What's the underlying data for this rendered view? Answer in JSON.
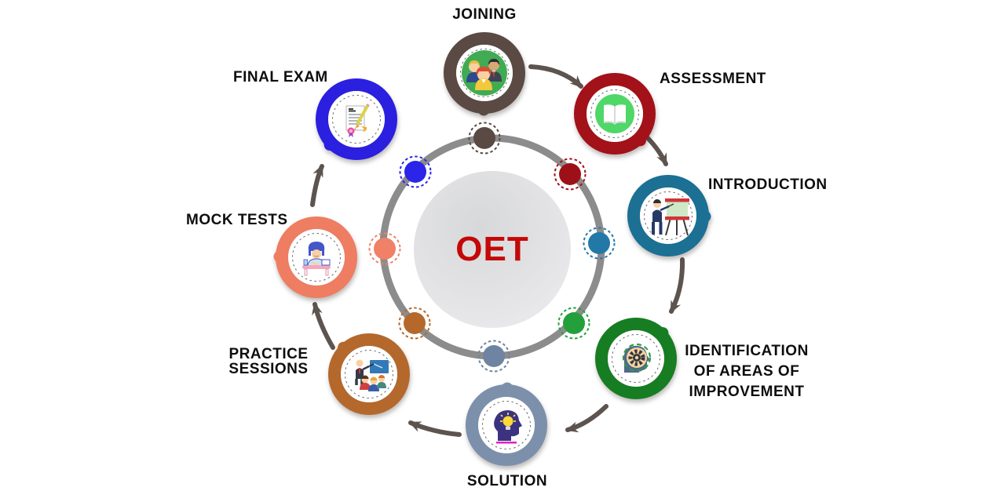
{
  "center": {
    "label": "OET",
    "text_color": "#c40808"
  },
  "nodes": [
    {
      "id": "joining",
      "label": "JOINING",
      "color": "#5a4a43",
      "icon": "people-group-icon"
    },
    {
      "id": "assessment",
      "label": "ASSESSMENT",
      "color": "#a31119",
      "icon": "open-book-icon"
    },
    {
      "id": "introduction",
      "label": "INTRODUCTION",
      "color": "#1b7094",
      "icon": "presenter-flipchart-icon"
    },
    {
      "id": "identification",
      "label": "IDENTIFICATION\nOF AREAS OF\nIMPROVEMENT",
      "color": "#177d22",
      "icon": "head-gears-icon"
    },
    {
      "id": "solution",
      "label": "SOLUTION",
      "color": "#7c90ab",
      "icon": "head-lightbulb-icon"
    },
    {
      "id": "practice",
      "label": "PRACTICE\nSESSIONS",
      "color": "#b4682c",
      "icon": "classroom-teaching-icon"
    },
    {
      "id": "mock",
      "label": "MOCK TESTS",
      "color": "#ee7d61",
      "icon": "student-writing-desk-icon"
    },
    {
      "id": "final",
      "label": "FINAL EXAM",
      "color": "#2b1fe0",
      "icon": "exam-paper-pencil-icon"
    }
  ],
  "sequence": [
    "JOINING",
    "ASSESSMENT",
    "INTRODUCTION",
    "IDENTIFICATION OF AREAS OF IMPROVEMENT",
    "SOLUTION",
    "PRACTICE SESSIONS",
    "MOCK TESTS",
    "FINAL EXAM"
  ],
  "connections": [
    {
      "from": "JOINING",
      "to": "ASSESSMENT"
    },
    {
      "from": "ASSESSMENT",
      "to": "INTRODUCTION"
    },
    {
      "from": "INTRODUCTION",
      "to": "IDENTIFICATION OF AREAS OF IMPROVEMENT"
    },
    {
      "from": "IDENTIFICATION OF AREAS OF IMPROVEMENT",
      "to": "SOLUTION"
    },
    {
      "from": "SOLUTION",
      "to": "PRACTICE SESSIONS"
    },
    {
      "from": "PRACTICE SESSIONS",
      "to": "MOCK TESTS"
    },
    {
      "from": "MOCK TESTS",
      "to": "FINAL EXAM"
    }
  ],
  "palette": {
    "connector_ring": "#8c8c8c",
    "arrow": "#5d534f",
    "center_circle": "#dcdcde",
    "label": "#0e0e0e",
    "dot_colors": [
      "#5a4a43",
      "#9e1018",
      "#2279a8",
      "#23a03c",
      "#6f84a2",
      "#b5682a",
      "#f08066",
      "#2a25e8"
    ]
  }
}
